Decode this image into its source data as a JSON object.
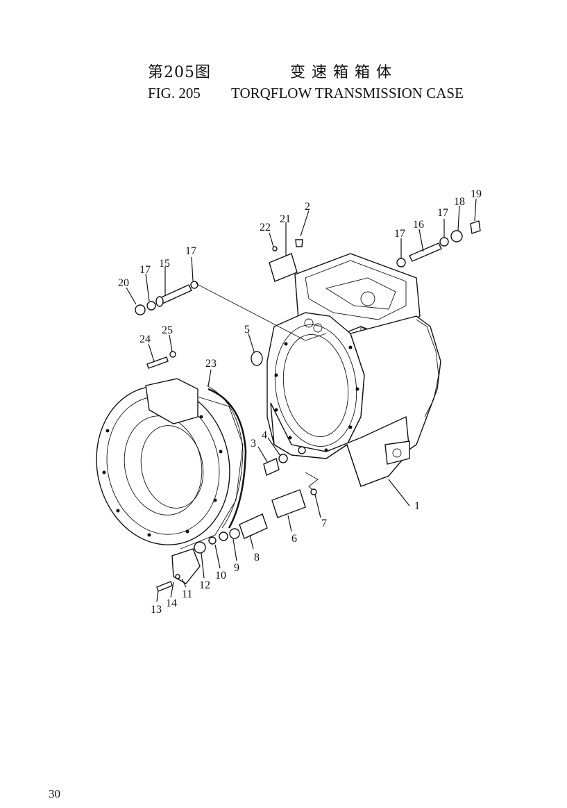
{
  "header": {
    "figure_cn": "第205图",
    "title_cn": "变速箱箱体",
    "figure_en": "FIG. 205",
    "title_en": "TORQFLOW TRANSMISSION CASE"
  },
  "callouts": [
    "1",
    "2",
    "3",
    "4",
    "5",
    "6",
    "7",
    "8",
    "9",
    "10",
    "11",
    "12",
    "13",
    "14",
    "15",
    "16",
    "17",
    "17",
    "17",
    "17",
    "18",
    "19",
    "20",
    "21",
    "22",
    "23",
    "24",
    "25"
  ],
  "page_number": "30"
}
